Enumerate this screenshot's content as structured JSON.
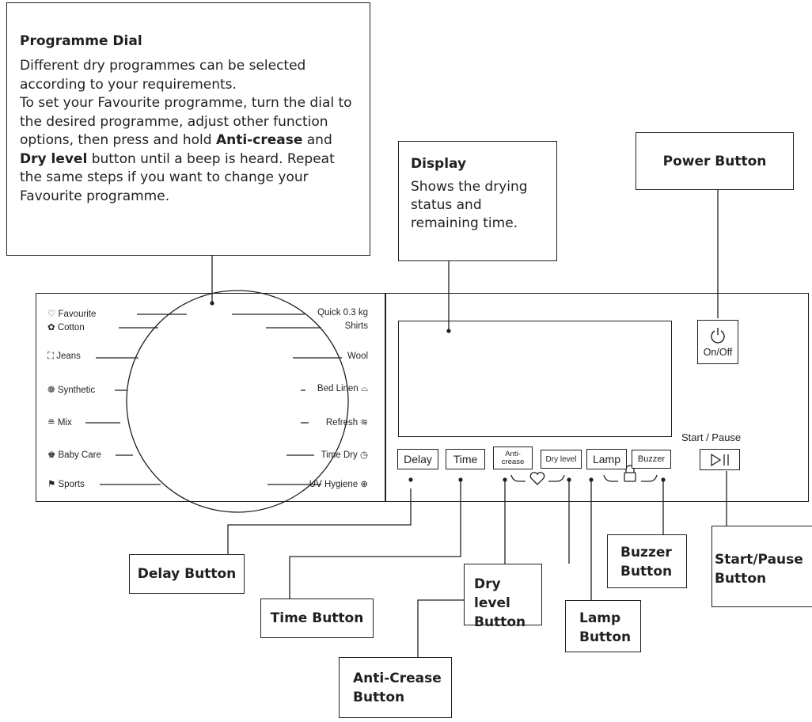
{
  "callouts": {
    "programme_dial": {
      "title": "Programme Dial",
      "body1": "Different dry programmes can be selected according to your requirements.",
      "body2a": "To set your Favourite programme, turn the dial to the desired programme, adjust other function options, then press and hold ",
      "body2b": "Anti-crease",
      "body2c": " and ",
      "body2d": "Dry level",
      "body2e": " button until a beep is heard. Repeat the same steps if you want to change your Favourite programme."
    },
    "display": {
      "title": "Display",
      "body": "Shows the drying status and remaining time."
    },
    "power": {
      "title": "Power Button"
    }
  },
  "programmes": {
    "left": [
      "Favourite",
      "Cotton",
      "Jeans",
      "Synthetic",
      "Mix",
      "Baby Care",
      "Sports"
    ],
    "right": [
      "Quick 0.3 kg",
      "Shirts",
      "Wool",
      "Bed Linen",
      "Refresh",
      "Time Dry",
      "UV Hygiene"
    ]
  },
  "panel_buttons": {
    "delay": "Delay",
    "time": "Time",
    "anti_crease_1": "Anti-",
    "anti_crease_2": "crease",
    "dry_level": "Dry level",
    "lamp": "Lamp",
    "buzzer": "Buzzer",
    "on_off": "On/Off",
    "start_pause": "Start / Pause"
  },
  "labels": {
    "delay": "Delay Button",
    "time": "Time Button",
    "anti_crease_1": "Anti-Crease",
    "anti_crease_2": "Button",
    "dry_level_1": "Dry level",
    "dry_level_2": "Button",
    "lamp_1": "Lamp",
    "lamp_2": "Button",
    "buzzer_1": "Buzzer",
    "buzzer_2": "Button",
    "start_pause_1": "Start/Pause",
    "start_pause_2": "Button"
  }
}
